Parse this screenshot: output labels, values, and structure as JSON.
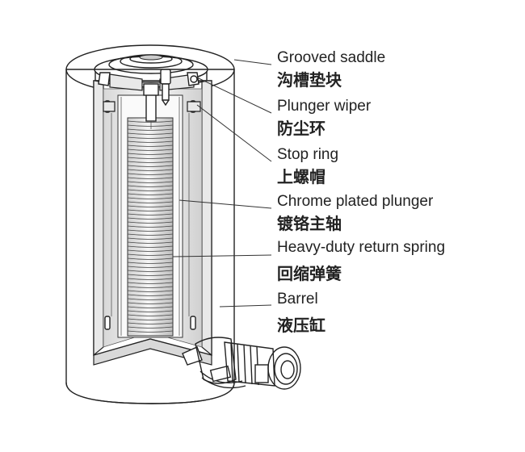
{
  "labels": [
    {
      "en": "Grooved saddle",
      "zh": "沟槽垫块"
    },
    {
      "en": "Plunger wiper",
      "zh": "防尘环"
    },
    {
      "en": "Stop ring",
      "zh": "上螺帽"
    },
    {
      "en": "Chrome plated plunger",
      "zh": "镀铬主轴"
    },
    {
      "en": "Heavy-duty return spring",
      "zh": "回缩弹簧"
    },
    {
      "en": "Barrel",
      "zh": "液压缸"
    }
  ]
}
